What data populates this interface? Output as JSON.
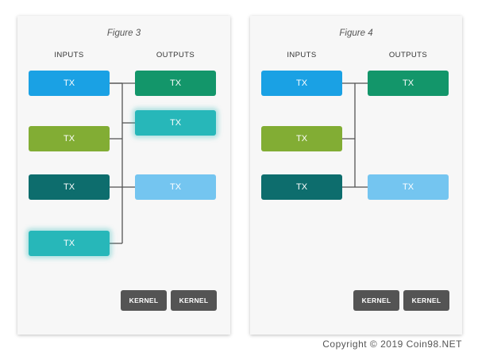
{
  "figures": [
    {
      "title": "Figure 3",
      "inputs_header": "INPUTS",
      "outputs_header": "OUTPUTS",
      "inputs": [
        {
          "label": "TX",
          "color": "#1aa1e4"
        },
        {
          "label": "TX",
          "color": "#82ad34"
        },
        {
          "label": "TX",
          "color": "#0d6d6d"
        },
        {
          "label": "TX",
          "color": "#27b7b9",
          "highlighted": true
        }
      ],
      "outputs": [
        {
          "label": "TX",
          "color": "#13966a"
        },
        {
          "label": "TX",
          "color": "#27b7b9",
          "highlighted": true
        },
        {
          "label": "TX",
          "color": "#74c5f0"
        }
      ],
      "kernels": [
        "KERNEL",
        "KERNEL"
      ]
    },
    {
      "title": "Figure 4",
      "inputs_header": "INPUTS",
      "outputs_header": "OUTPUTS",
      "inputs": [
        {
          "label": "TX",
          "color": "#1aa1e4"
        },
        {
          "label": "TX",
          "color": "#82ad34"
        },
        {
          "label": "TX",
          "color": "#0d6d6d"
        }
      ],
      "outputs": [
        {
          "label": "TX",
          "color": "#13966a"
        },
        {
          "label": "TX",
          "color": "#74c5f0"
        }
      ],
      "kernels": [
        "KERNEL",
        "KERNEL"
      ]
    }
  ],
  "copyright": "Copyright © 2019 Coin98.NET",
  "line_color": "#555555"
}
